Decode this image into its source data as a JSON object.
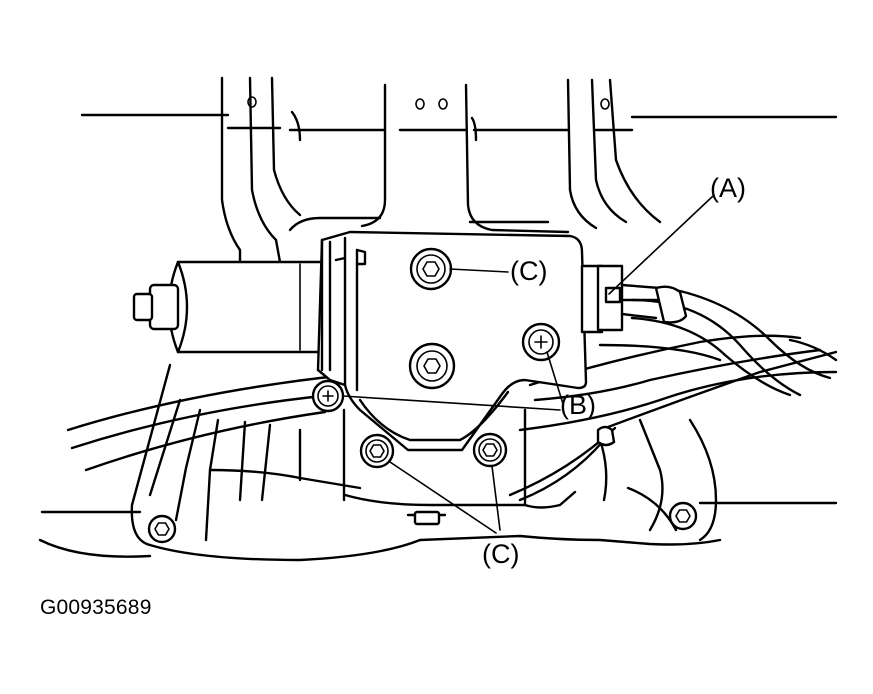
{
  "figure": {
    "callouts": {
      "a": "(A)",
      "b": "(B)",
      "c_top": "(C)",
      "c_bottom": "(C)"
    },
    "figure_id": "G00935689"
  }
}
